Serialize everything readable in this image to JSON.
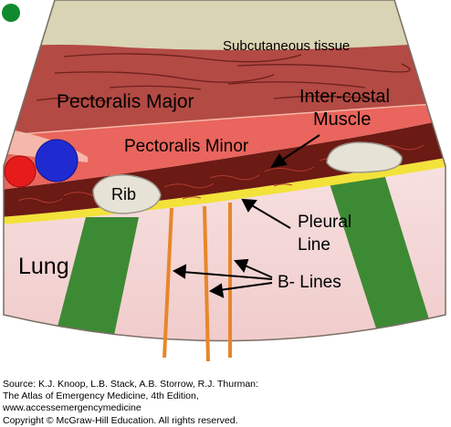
{
  "diagram": {
    "labels": {
      "subcutaneous": "Subcutaneous tissue",
      "pectoralis_major": "Pectoralis Major",
      "intercostal_line1": "Inter-costal",
      "intercostal_line2": "Muscle",
      "pectoralis_minor": "Pectoralis Minor",
      "rib": "Rib",
      "pleural_line1": "Pleural",
      "pleural_line2": "Line",
      "lung": "Lung",
      "b_lines": "B- Lines"
    },
    "colors": {
      "subcutaneous": "#d9d4b4",
      "pectoralis_major": "#b34a44",
      "pectoralis_minor": "#e9655d",
      "intercostal": "#6b1a14",
      "pleural_line": "#f3e23a",
      "lung": "#f4d3d3",
      "lung_stripe": "#3d8a35",
      "b_line": "#e8862a",
      "vessel_red": "#e81b1b",
      "vessel_blue": "#1f2bd0",
      "probe_marker": "#0f8a2e",
      "rib": "#e6e3d6"
    }
  },
  "source": {
    "line1": "Source: K.J. Knoop, L.B. Stack, A.B. Storrow, R.J. Thurman:",
    "line2": "The Atlas of Emergency Medicine, 4th Edition,",
    "line3": "www.accessemergencymedicine",
    "line4": "Copyright © McGraw-Hill Education. All rights reserved."
  }
}
